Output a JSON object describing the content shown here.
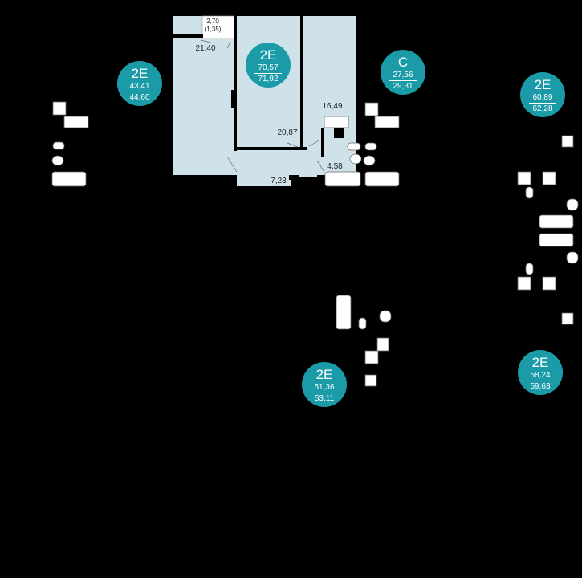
{
  "labels": {
    "balcony_area": "2,70",
    "balcony_area_reduced": "(1,35)",
    "room_living": "21,40",
    "room_kitchen": "20,87",
    "room_hall": "7,23",
    "room_bath": "4,58",
    "room_studio": "16,49"
  },
  "apartments": [
    {
      "type": "2E",
      "area_living": "70,57",
      "area_total": "71,92",
      "highlighted": true
    },
    {
      "type": "2E",
      "area_living": "43,41",
      "area_total": "44,60"
    },
    {
      "type": "C",
      "area_living": "27,56",
      "area_total": "29,31"
    },
    {
      "type": "2E",
      "area_living": "60,89",
      "area_total": "62,28"
    },
    {
      "type": "2E",
      "area_living": "51,36",
      "area_total": "53,11"
    },
    {
      "type": "2E",
      "area_living": "58,24",
      "area_total": "59,63"
    }
  ],
  "colors": {
    "background": "#000000",
    "highlight_fill": "#cfe2ea",
    "badge": "#1b9aa8",
    "wall": "#000000"
  },
  "icons": [
    "bathtub-icon",
    "sink-icon",
    "toilet-icon",
    "stove-icon",
    "washer-icon",
    "shower-tray-icon"
  ]
}
